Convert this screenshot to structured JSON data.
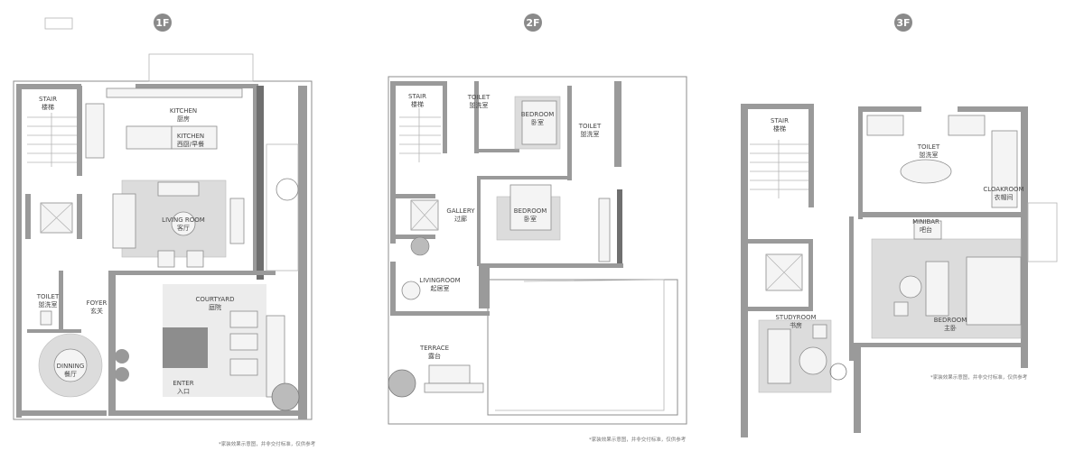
{
  "floors": [
    {
      "badge": "1F",
      "rooms": {
        "stair": {
          "en": "STAIR",
          "cn": "楼梯"
        },
        "kitchen": {
          "en": "KITCHEN",
          "cn": "厨房"
        },
        "kitchen2": {
          "en": "KITCHEN",
          "cn": "西厨/早餐"
        },
        "living": {
          "en": "LIVING ROOM",
          "cn": "客厅"
        },
        "toilet": {
          "en": "TOILET",
          "cn": "盥洗室"
        },
        "foyer": {
          "en": "FOYER",
          "cn": "玄关"
        },
        "courtyard": {
          "en": "COURTYARD",
          "cn": "庭院"
        },
        "dining": {
          "en": "DINNING",
          "cn": "餐厅"
        },
        "enter": {
          "en": "ENTER",
          "cn": "入口"
        }
      },
      "note": "*家装效果示意图，并非交付标准，仅供参考"
    },
    {
      "badge": "2F",
      "rooms": {
        "stair": {
          "en": "STAIR",
          "cn": "楼梯"
        },
        "toilet1": {
          "en": "TOILET",
          "cn": "盥洗室"
        },
        "bedroom1": {
          "en": "BEDROOM",
          "cn": "卧室"
        },
        "toilet2": {
          "en": "TOILET",
          "cn": "盥洗室"
        },
        "gallery": {
          "en": "GALLERY",
          "cn": "过廊"
        },
        "bedroom2": {
          "en": "BEDROOM",
          "cn": "卧室"
        },
        "living": {
          "en": "LIVINGROOM",
          "cn": "起居室"
        },
        "terrace": {
          "en": "TERRACE",
          "cn": "露台"
        }
      },
      "note": "*家装效果示意图，并非交付标准，仅供参考"
    },
    {
      "badge": "3F",
      "rooms": {
        "stair": {
          "en": "STAIR",
          "cn": "楼梯"
        },
        "toilet": {
          "en": "TOILET",
          "cn": "盥洗室"
        },
        "cloakroom": {
          "en": "CLOAKROOM",
          "cn": "衣帽间"
        },
        "minibar": {
          "en": "MINIBAR",
          "cn": "吧台"
        },
        "bedroom": {
          "en": "BEDROOM",
          "cn": "主卧"
        },
        "study": {
          "en": "STUDYROOM",
          "cn": "书房"
        }
      },
      "note": "*家装效果示意图，并非交付标准，仅供参考"
    }
  ],
  "colors": {
    "badge": "#8a8a8a",
    "wall": "#9a9a9a"
  }
}
